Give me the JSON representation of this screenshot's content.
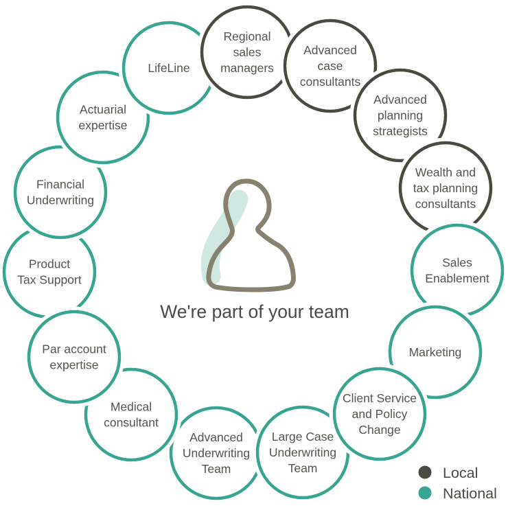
{
  "center": {
    "title": "We're part of your team",
    "icon": "person-silhouette-outline-with-mint-brushstroke"
  },
  "legend": {
    "local_label": "Local",
    "national_label": "National"
  },
  "colors": {
    "local": "#4b4a40",
    "national": "#38a492",
    "label_text": "#56554c",
    "title_text": "#4c4b43",
    "mint_brush": "#cfe9e2",
    "person_outline": "#87816f",
    "background": "#ffffff"
  },
  "items": [
    {
      "id": "regional-sales-managers",
      "type": "local",
      "label_lines": [
        "Regional",
        "sales",
        "managers"
      ]
    },
    {
      "id": "advanced-case-consultants",
      "type": "local",
      "label_lines": [
        "Advanced",
        "case",
        "consultants"
      ]
    },
    {
      "id": "advanced-planning-strategists",
      "type": "local",
      "label_lines": [
        "Advanced",
        "planning",
        "strategists"
      ]
    },
    {
      "id": "wealth-and-tax-planning-consultants",
      "type": "local",
      "label_lines": [
        "Wealth and",
        "tax planning",
        "consultants"
      ]
    },
    {
      "id": "sales-enablement",
      "type": "national",
      "label_lines": [
        "Sales",
        "Enablement"
      ]
    },
    {
      "id": "marketing",
      "type": "national",
      "label_lines": [
        "Marketing"
      ]
    },
    {
      "id": "client-service-and-policy-change",
      "type": "national",
      "label_lines": [
        "Client Service",
        "and Policy",
        "Change"
      ]
    },
    {
      "id": "large-case-underwriting-team",
      "type": "national",
      "label_lines": [
        "Large Case",
        "Underwriting",
        "Team"
      ]
    },
    {
      "id": "advanced-underwriting-team",
      "type": "national",
      "label_lines": [
        "Advanced",
        "Underwriting",
        "Team"
      ]
    },
    {
      "id": "medical-consultant",
      "type": "national",
      "label_lines": [
        "Medical",
        "consultant"
      ]
    },
    {
      "id": "par-account-expertise",
      "type": "national",
      "label_lines": [
        "Par account",
        "expertise"
      ]
    },
    {
      "id": "product-tax-support",
      "type": "national",
      "label_lines": [
        "Product",
        "Tax Support"
      ]
    },
    {
      "id": "financial-underwriting",
      "type": "national",
      "label_lines": [
        "Financial",
        "Underwriting"
      ]
    },
    {
      "id": "actuarial-expertise",
      "type": "national",
      "label_lines": [
        "Actuarial",
        "expertise"
      ]
    },
    {
      "id": "lifeline",
      "type": "national",
      "label_lines": [
        "LifeLine"
      ]
    }
  ]
}
